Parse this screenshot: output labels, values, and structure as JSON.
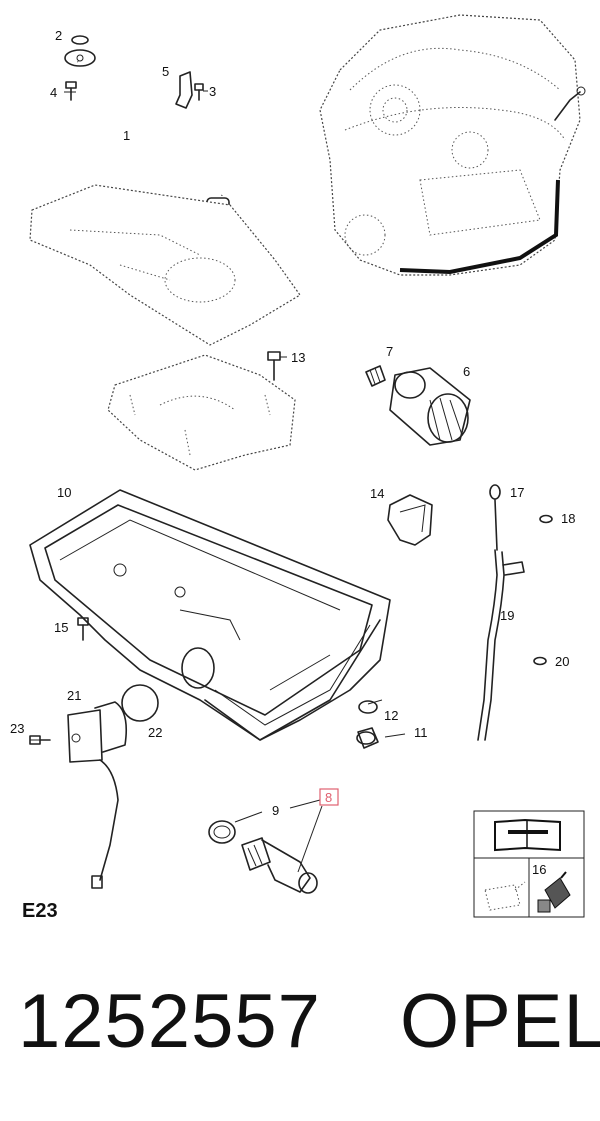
{
  "callouts": {
    "c1": "1",
    "c2": "2",
    "c3": "3",
    "c4": "4",
    "c5": "5",
    "c6": "6",
    "c7": "7",
    "c8": "8",
    "c9": "9",
    "c10": "10",
    "c11": "11",
    "c12": "12",
    "c13": "13",
    "c14": "14",
    "c15": "15",
    "c16": "16",
    "c17": "17",
    "c18": "18",
    "c19": "19",
    "c20": "20",
    "c21": "21",
    "c22": "22",
    "c23": "23"
  },
  "highlighted_callout": "8",
  "colors": {
    "highlight": "#e06070",
    "ink": "#222222"
  },
  "section_code": "E23",
  "part_number": "1252557",
  "brand": "OPEL",
  "icons": [
    "workshop-manual-icon",
    "oil-can-icon",
    "sealant-tube-icon"
  ]
}
